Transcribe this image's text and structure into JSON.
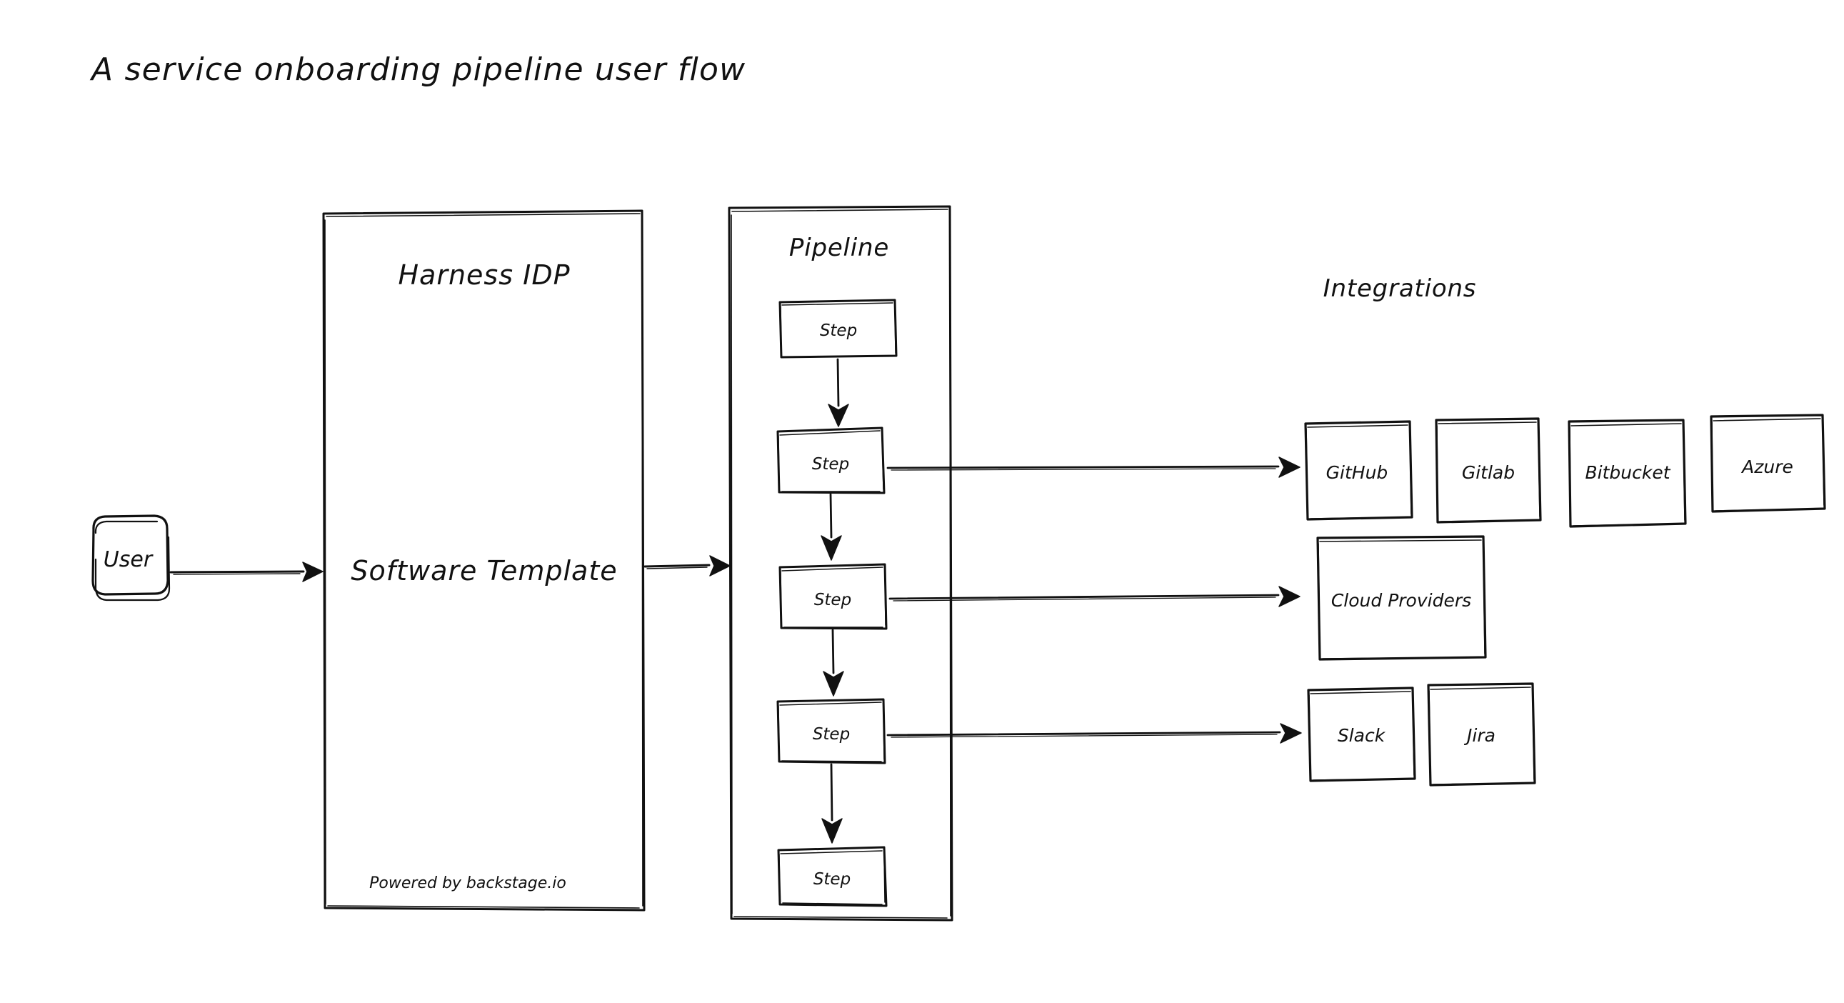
{
  "diagram": {
    "title": "A service onboarding pipeline user flow",
    "background_color": "#ffffff",
    "stroke_color": "#111111",
    "style": "hand-drawn sketch"
  },
  "user_node": {
    "label": "User",
    "shape": "rounded-rectangle"
  },
  "idp_container": {
    "title": "Harness IDP",
    "body_label": "Software Template",
    "footer": "Powered by backstage.io"
  },
  "pipeline_container": {
    "title": "Pipeline",
    "steps": [
      {
        "label": "Step"
      },
      {
        "label": "Step"
      },
      {
        "label": "Step"
      },
      {
        "label": "Step"
      },
      {
        "label": "Step"
      }
    ]
  },
  "integrations": {
    "title": "Integrations",
    "row_scm": [
      {
        "label": "GitHub"
      },
      {
        "label": "Gitlab"
      },
      {
        "label": "Bitbucket"
      },
      {
        "label": "Azure"
      }
    ],
    "row_cloud": [
      {
        "label": "Cloud Providers"
      }
    ],
    "row_collab": [
      {
        "label": "Slack"
      },
      {
        "label": "Jira"
      }
    ]
  },
  "connections": {
    "user_to_idp": "arrow",
    "idp_to_pipeline": "arrow",
    "step_to_step": "arrow",
    "step2_to_scm": "arrow",
    "step3_to_cloud": "arrow",
    "step4_to_collab": "arrow"
  }
}
